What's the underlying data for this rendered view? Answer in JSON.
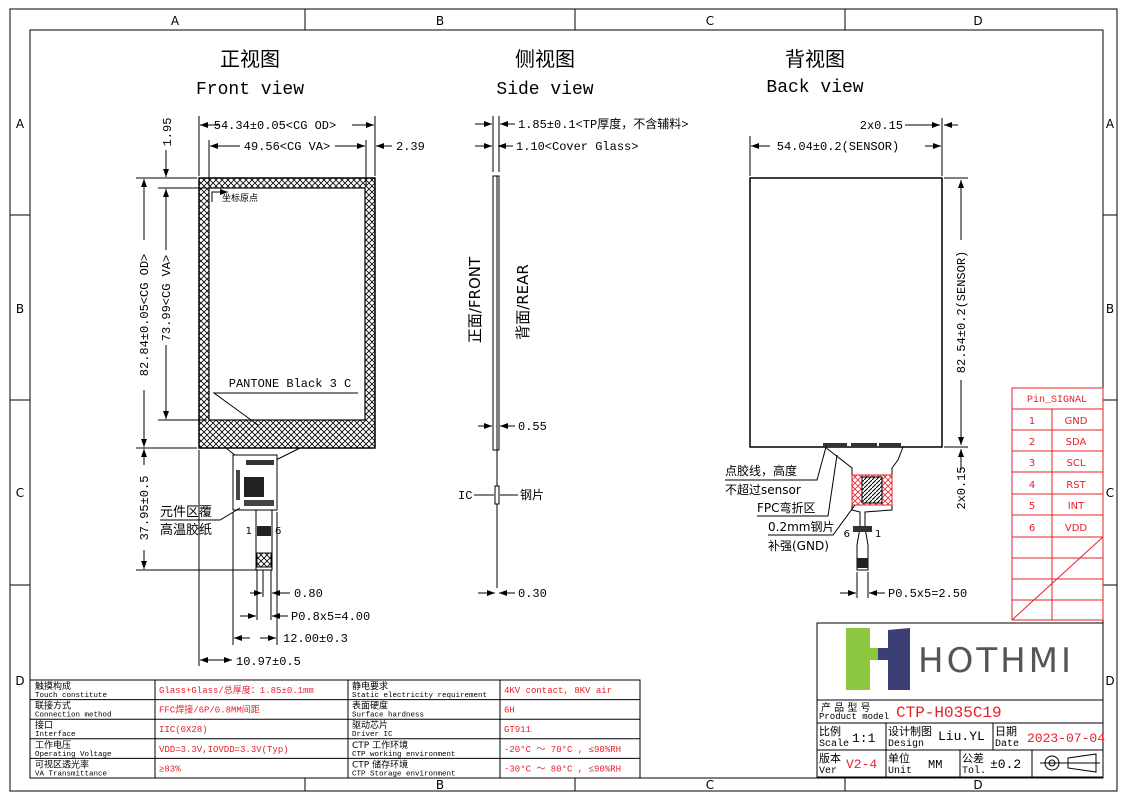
{
  "frame": {
    "columns": [
      "A",
      "B",
      "C",
      "D"
    ],
    "rows": [
      "A",
      "B",
      "C",
      "D"
    ]
  },
  "front_view": {
    "title_cn": "正视图",
    "title_en": "Front view",
    "dim_od_width": "54.34±0.05<CG OD>",
    "dim_va_width": "49.56<CG VA>",
    "dim_right_margin": "2.39",
    "dim_top_margin": "1.95",
    "dim_od_height": "82.84±0.05<CG OD>",
    "dim_va_height": "73.99<CG VA>",
    "origin_label": "坐标原点",
    "ink_label": "PANTONE Black 3 C",
    "fpc_length": "37.95±0.5",
    "component_note_1": "元件区覆",
    "component_note_2": "高温胶纸",
    "pin_first": "1",
    "pin_last": "6",
    "dim_pin_width": "0.80",
    "dim_pitch": "P0.8x5=4.00",
    "dim_fpc_width": "12.00±0.3",
    "dim_fpc_offset": "10.97±0.5"
  },
  "side_view": {
    "title_cn": "侧视图",
    "title_en": "Side view",
    "dim_total": "1.85±0.1<TP厚度，不含辅料>",
    "dim_cover": "1.10<Cover Glass>",
    "front_label": "正面/FRONT",
    "rear_label": "背面/REAR",
    "dim_055": "0.55",
    "ic_label": "IC",
    "steel_label": "钢片",
    "dim_030": "0.30"
  },
  "back_view": {
    "title_cn": "背视图",
    "title_en": "Back view",
    "dim_margin_top": "2x0.15",
    "dim_sensor_width": "54.04±0.2(SENSOR)",
    "dim_sensor_height": "82.54±0.2(SENSOR)",
    "dim_margin_side": "2x0.15",
    "glue_note_1": "点胶线，高度",
    "glue_note_2": "不超过sensor",
    "bend_note": "FPC弯折区",
    "stiffener_note_1": "0.2mm钢片",
    "stiffener_note_2": "补强(GND)",
    "pin_left": "6",
    "pin_right": "1",
    "dim_pitch": "P0.5x5=2.50"
  },
  "pin_table": {
    "header": "Pin_SIGNAL",
    "rows": [
      {
        "pin": "1",
        "signal": "GND"
      },
      {
        "pin": "2",
        "signal": "SDA"
      },
      {
        "pin": "3",
        "signal": "SCL"
      },
      {
        "pin": "4",
        "signal": "RST"
      },
      {
        "pin": "5",
        "signal": "INT"
      },
      {
        "pin": "6",
        "signal": "VDD"
      }
    ]
  },
  "spec_table": {
    "rows": [
      {
        "label_cn": "触摸构成",
        "label_en": "Touch constitute",
        "value": "Glass+Glass/总厚度：1.85±0.1mm",
        "label2_cn": "静电要求",
        "label2_en": "Static electricity requirement",
        "value2": "4KV contact, 8KV air"
      },
      {
        "label_cn": "联接方式",
        "label_en": "Connection method",
        "value": "FFC焊接/6P/0.8MM间距",
        "label2_cn": "表面硬度",
        "label2_en": "Surface hardness",
        "value2": "6H"
      },
      {
        "label_cn": "接口",
        "label_en": "Interface",
        "value": "IIC(0X28)",
        "label2_cn": "驱动芯片",
        "label2_en": "Driver IC",
        "value2": "GT911"
      },
      {
        "label_cn": "工作电压",
        "label_en": "Operating Voltage",
        "value": "VDD=3.3V,IOVDD=3.3V(Typ)",
        "label2_cn": "CTP 工作环境",
        "label2_en": "CTP working environment",
        "value2": "-20°C ～ 70°C , ≤90%RH"
      },
      {
        "label_cn": "可视区透光率",
        "label_en": "VA Transmittance",
        "value": "≥83%",
        "label2_cn": "CTP 储存环境",
        "label2_en": "CTP Storage environment",
        "value2": "-30°C ～ 80°C , ≤90%RH"
      }
    ]
  },
  "title_block": {
    "logo_text": "HOTHMI",
    "product_label_cn": "产 品 型 号",
    "product_label_en": "Product model",
    "product_model": "CTP-H035C19",
    "scale_cn": "比例",
    "scale_en": "Scale",
    "scale": "1:1",
    "design_cn": "设计制图",
    "design_en": "Design",
    "designer": "Liu.YL",
    "date_cn": "日期",
    "date_en": "Date",
    "date": "2023-07-04",
    "ver_cn": "版本",
    "ver_en": "Ver",
    "version": "V2-4",
    "unit_cn": "单位",
    "unit_en": "Unit",
    "unit": "MM",
    "tol_cn": "公差",
    "tol_en": "Tol.",
    "tolerance": "±0.2"
  },
  "colors": {
    "red": "#e8202a",
    "logo_green": "#8dc63f",
    "logo_navy": "#3b3f73",
    "logo_text": "#555555"
  }
}
